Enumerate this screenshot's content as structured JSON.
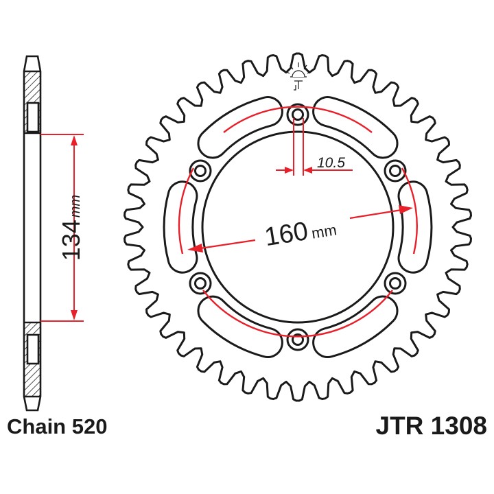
{
  "dimensions": {
    "chain_line": {
      "value": "134",
      "unit": "mm"
    },
    "bolt_circle": {
      "value": "160",
      "unit": "mm"
    },
    "bolt_hole": {
      "value": "10.5"
    }
  },
  "sprocket": {
    "teeth": 42,
    "bolt_holes": 6
  },
  "labels": {
    "chain": "Chain 520",
    "part_number": "JTR 1308"
  },
  "colors": {
    "line": "#1a1a1a",
    "dimension": "#e8202a",
    "background": "#ffffff"
  },
  "icons": {
    "logo": "jt-sun-logo-icon"
  }
}
